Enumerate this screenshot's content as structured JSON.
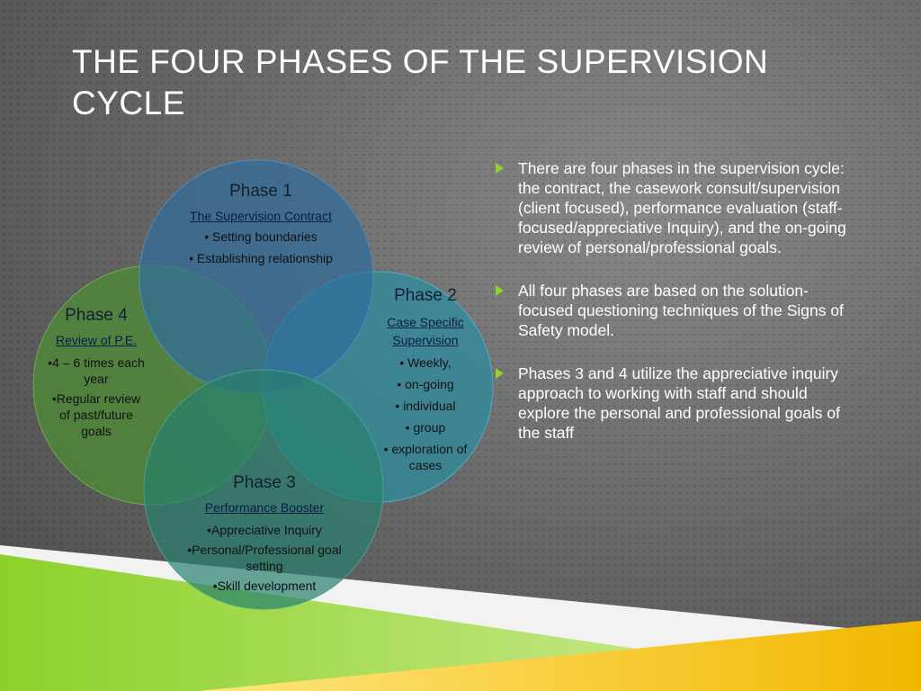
{
  "slide": {
    "title": "THE FOUR PHASES OF THE SUPERVISION CYCLE"
  },
  "phases": {
    "phase1": {
      "title": "Phase 1",
      "subtitle": "The Supervision Contract",
      "items": [
        "• Setting boundaries",
        "• Establishing relationship"
      ]
    },
    "phase2": {
      "title": "Phase 2",
      "subtitle": "Case Specific Supervision",
      "items": [
        "• Weekly,",
        "• on-going",
        "• individual",
        "• group",
        "• exploration of cases"
      ]
    },
    "phase3": {
      "title": "Phase 3",
      "subtitle": "Performance Booster",
      "items": [
        "•Appreciative Inquiry",
        "•Personal/Professional goal setting",
        "•Skill development"
      ]
    },
    "phase4": {
      "title": "Phase 4",
      "subtitle": "Review of P.E.",
      "items": [
        "•4 – 6 times each year",
        "•Regular review of past/future goals"
      ]
    }
  },
  "bullets": [
    "There are four phases in the supervision cycle: the contract, the casework consult/supervision (client focused), performance evaluation (staff-focused/appreciative Inquiry), and the on-going review of personal/professional goals.",
    "All four phases are based on the solution-focused questioning techniques of the Signs of Safety model.",
    "Phases 3 and 4 utilize the appreciative inquiry approach to working with staff and should explore the personal and professional goals of the staff"
  ],
  "colors": {
    "accent_green": "#8fd32b",
    "accent_yellow": "#f5c518",
    "circle_blue": "#2e6f9e",
    "circle_teal": "#2a8aa0",
    "circle_green": "#4a8a2e",
    "circle_darkteal": "#237a6a"
  }
}
